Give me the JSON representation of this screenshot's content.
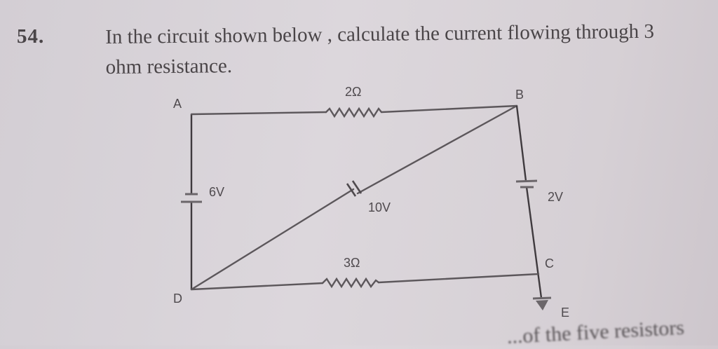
{
  "question": {
    "number": "54.",
    "text": "In the circuit shown below , calculate the current flowing through 3 ohm resistance."
  },
  "diagram": {
    "nodes": {
      "A": "A",
      "B": "B",
      "C": "C",
      "D": "D",
      "E": "E"
    },
    "resistors": {
      "top": "2Ω",
      "bottom": "3Ω"
    },
    "batteries": {
      "left": "6V",
      "diagonal": "10V",
      "right": "2V"
    }
  },
  "footer": {
    "partial_text": "...of the five resistors"
  }
}
